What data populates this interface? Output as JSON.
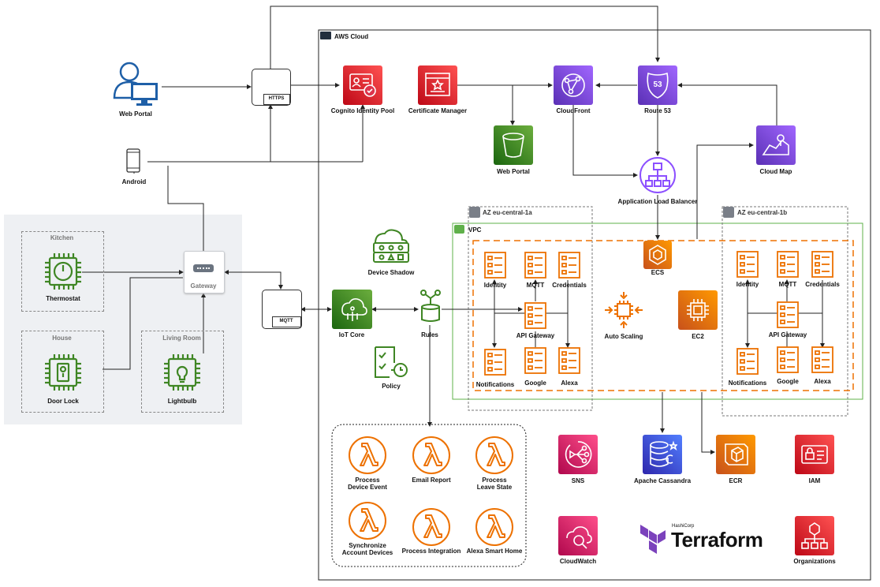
{
  "containers": {
    "aws_cloud": "AWS Cloud",
    "vpc": "VPC",
    "az_a": "AZ eu-central-1a",
    "az_b": "AZ eu-central-1b",
    "kitchen": "Kitchen",
    "house": "House",
    "living_room": "Living Room"
  },
  "client": {
    "web_portal_user": "Web Portal",
    "android": "Android",
    "https": "HTTPS",
    "mqtt": "MQTT",
    "gateway": "Gateway"
  },
  "devices": {
    "thermostat": "Thermostat",
    "door_lock": "Door Lock",
    "lightbulb": "Lightbulb"
  },
  "aws": {
    "cognito": "Cognito Identity Pool",
    "cert_manager": "Certificate Manager",
    "cloudfront": "CloudFront",
    "route53": "Route 53",
    "route53_badge": "53",
    "web_portal_bucket": "Web Portal",
    "cloud_map": "Cloud Map",
    "alb": "Application Load Balancer",
    "device_shadow": "Device Shadow",
    "iot_core": "IoT Core",
    "rules": "Rules",
    "policy": "Policy",
    "ecs": "ECS",
    "auto_scaling": "Auto Scaling",
    "ec2": "EC2",
    "sns": "SNS",
    "cassandra": "Apache Cassandra",
    "ecr": "ECR",
    "iam": "IAM",
    "cloudwatch": "CloudWatch",
    "organizations": "Organizations"
  },
  "services_a": {
    "identity": "Identity",
    "mqtt": "MQTT",
    "credentials": "Credentials",
    "api_gateway": "API Gateway",
    "notifications": "Notifications",
    "google": "Google",
    "alexa": "Alexa"
  },
  "services_b": {
    "identity": "Identity",
    "mqtt": "MQTT",
    "credentials": "Credentials",
    "api_gateway": "API Gateway",
    "notifications": "Notifications",
    "google": "Google",
    "alexa": "Alexa"
  },
  "lambdas": {
    "process_device_event": "Process\nDevice Event",
    "email_report": "Email Report",
    "process_leave_state": "Process\nLeave State",
    "sync_account_devices": "Synchronize\nAccount Devices",
    "process_integration": "Process Integration",
    "alexa_smart_home": "Alexa Smart Home"
  },
  "terraform": {
    "vendor": "HashiCorp",
    "name": "Terraform"
  },
  "colors": {
    "security_red": "#dd344c",
    "networking_purple": "#8c4fff",
    "storage_green": "#3f8624",
    "iot_green": "#3f8624",
    "compute_orange": "#ed7100",
    "management_pink": "#e7157b",
    "database_blue": "#4d72f3",
    "vpc_green": "#5fb04a",
    "terraform_purple": "#7b42bc"
  }
}
